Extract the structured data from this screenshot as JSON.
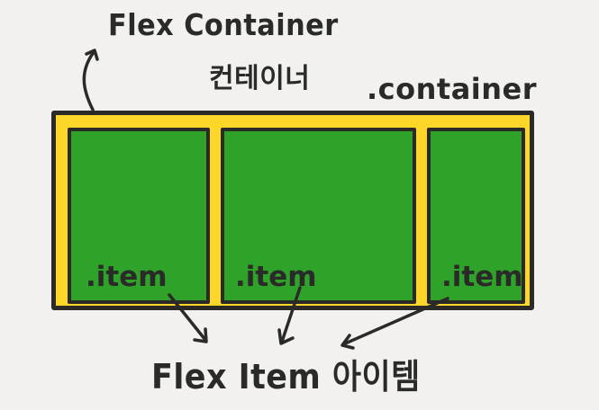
{
  "diagram": {
    "title_en": "Flex Container",
    "title_ko": "컨테이너",
    "container_class": ".container",
    "items": [
      {
        "label": ".item"
      },
      {
        "label": ".item"
      },
      {
        "label": ".item"
      }
    ],
    "bottom_label": "Flex Item 아이템",
    "colors": {
      "background": "#f2f1ef",
      "container_fill": "#fcd72a",
      "item_fill": "#2fa22a",
      "stroke": "#2b2a27"
    }
  }
}
